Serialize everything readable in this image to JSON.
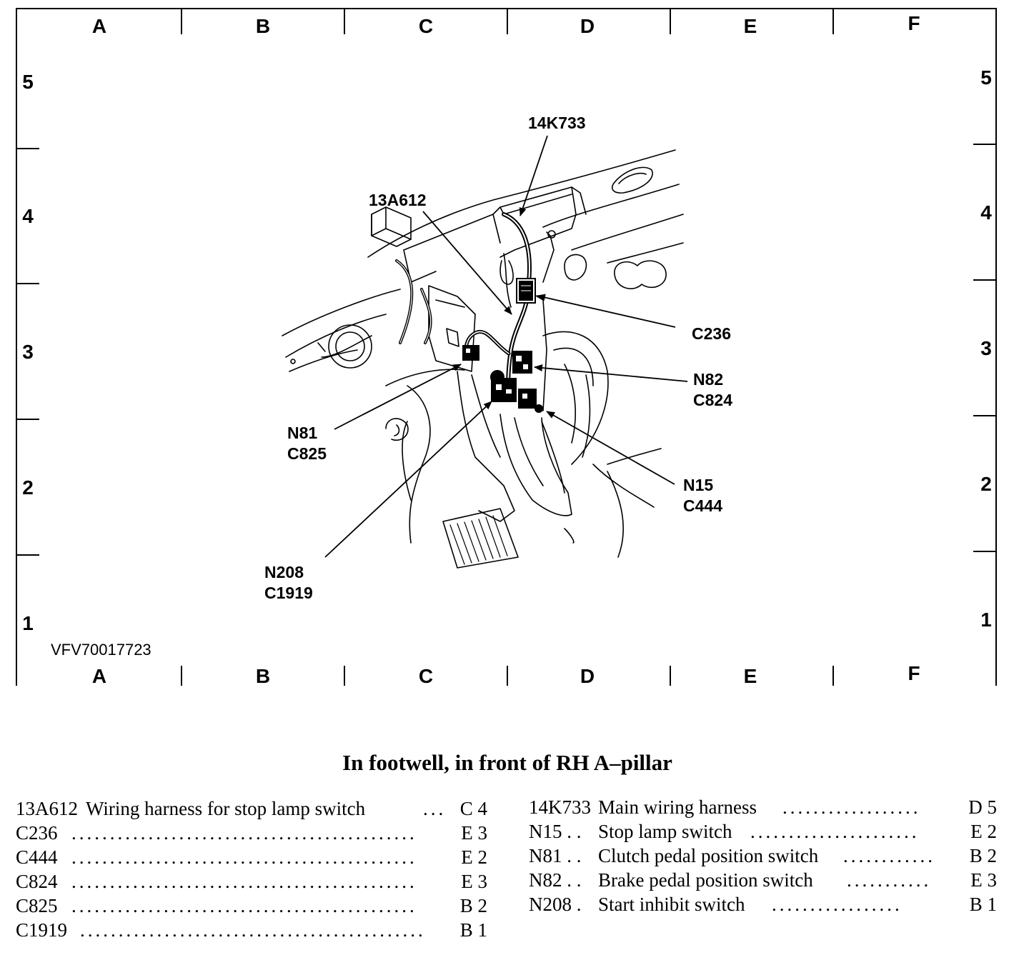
{
  "grid": {
    "columns": [
      "A",
      "B",
      "C",
      "D",
      "E",
      "F"
    ],
    "rows_left": [
      "5",
      "4",
      "3",
      "2",
      "1"
    ],
    "rows_right": [
      "5",
      "4",
      "3",
      "2",
      "1"
    ]
  },
  "figure_id": "VFV70017723",
  "callouts": {
    "k14k733": "14K733",
    "a13a612": "13A612",
    "c236": "C236",
    "n82": "N82",
    "c824": "C824",
    "n81": "N81",
    "c825": "C825",
    "n15": "N15",
    "c444": "C444",
    "n208": "N208",
    "c1919": "C1919"
  },
  "caption": "In footwell, in front of RH A–pillar",
  "legend_left": [
    {
      "code": "13A612",
      "desc": "Wiring harness for stop lamp switch",
      "ref": "C 4"
    },
    {
      "code": "C236",
      "desc": "",
      "ref": "E 3"
    },
    {
      "code": "C444",
      "desc": "",
      "ref": "E 2"
    },
    {
      "code": "C824",
      "desc": "",
      "ref": "E 3"
    },
    {
      "code": "C825",
      "desc": "",
      "ref": "B 2"
    },
    {
      "code": "C1919",
      "desc": "",
      "ref": "B 1"
    }
  ],
  "legend_right": [
    {
      "code": "14K733",
      "desc": "Main wiring harness",
      "ref": "D 5"
    },
    {
      "code": "N15 . .",
      "desc": "Stop lamp switch",
      "ref": "E 2"
    },
    {
      "code": "N81 . .",
      "desc": "Clutch pedal position switch",
      "ref": "B 2"
    },
    {
      "code": "N82 . .",
      "desc": "Brake pedal position switch",
      "ref": "E 3"
    },
    {
      "code": "N208 .",
      "desc": "Start inhibit switch",
      "ref": "B 1"
    }
  ]
}
